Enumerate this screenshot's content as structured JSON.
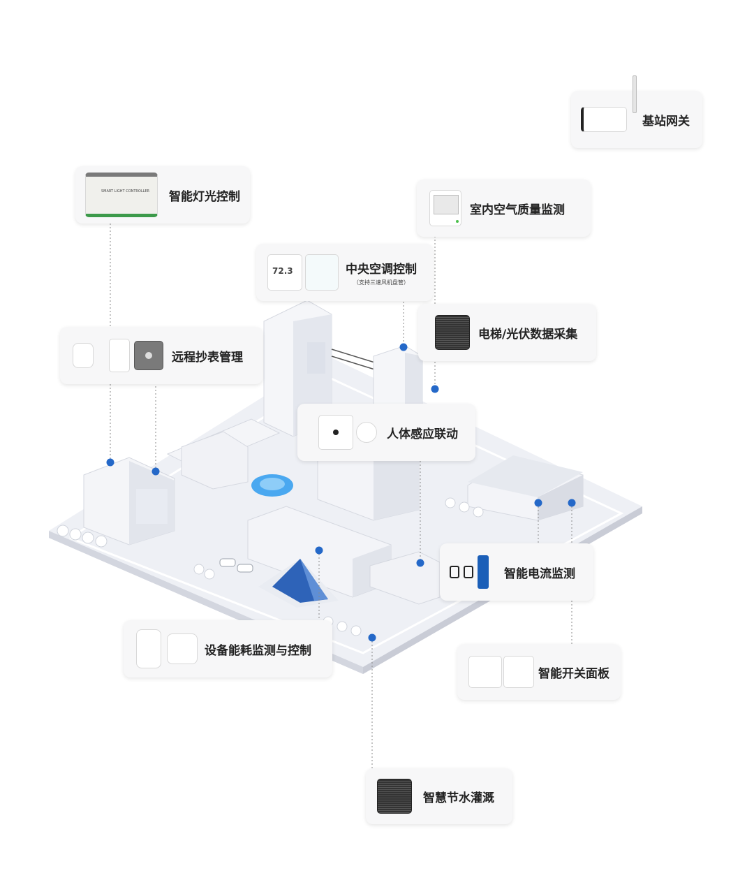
{
  "labels": {
    "gateway": "基站网关",
    "lighting": "智能灯光控制",
    "air_quality": "室内空气质量监测",
    "hvac": "中央空调控制",
    "hvac_note": "（支持三速风机盘管）",
    "elevator_pv": "电梯/光伏数据采集",
    "meter_reading": "远程抄表管理",
    "human_sensing": "人体感应联动",
    "current_monitor": "智能电流监测",
    "energy_control": "设备能耗监测与控制",
    "switch_panel": "智能开关面板",
    "irrigation": "智慧节水灌溉"
  },
  "device_text": {
    "thermostat_reading": "72.3",
    "light_controller_text": "SMART LIGHT CONTROLLER"
  },
  "colors": {
    "background": "#ffffff",
    "card": "#f7f7f8",
    "marker": "#2468c8",
    "leader_line": "#8a8a8a",
    "ground": "#eef0f5",
    "pond": "#4aa8f0",
    "glass_building": "#2e63b8"
  }
}
